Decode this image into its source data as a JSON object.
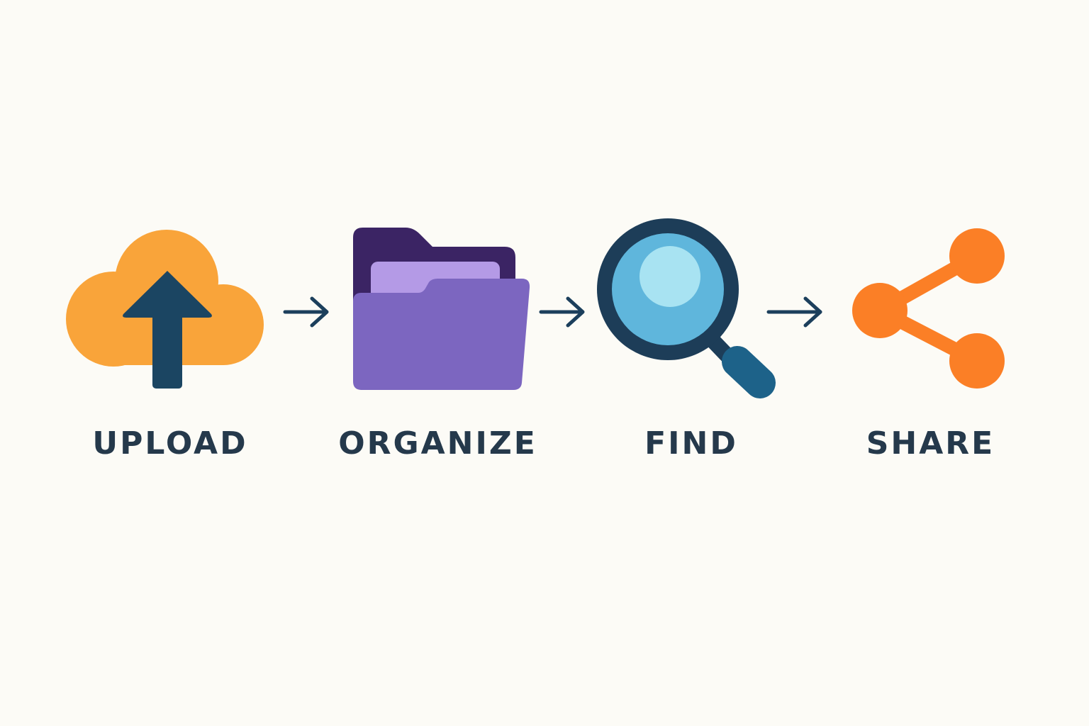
{
  "steps": [
    {
      "label": "UPLOAD",
      "icon": "cloud-upload-icon",
      "color": "#f9a43a"
    },
    {
      "label": "ORGANIZE",
      "icon": "folder-icon",
      "color": "#7c66c0"
    },
    {
      "label": "FIND",
      "icon": "magnifier-icon",
      "color": "#5fb6dc"
    },
    {
      "label": "SHARE",
      "icon": "share-icon",
      "color": "#fb7f26"
    }
  ],
  "connector": {
    "icon": "arrow-right-icon",
    "color": "#1c3f5c"
  },
  "colors": {
    "background": "#fcfbf6",
    "text": "#25394b",
    "dark_accent": "#1a4663"
  }
}
